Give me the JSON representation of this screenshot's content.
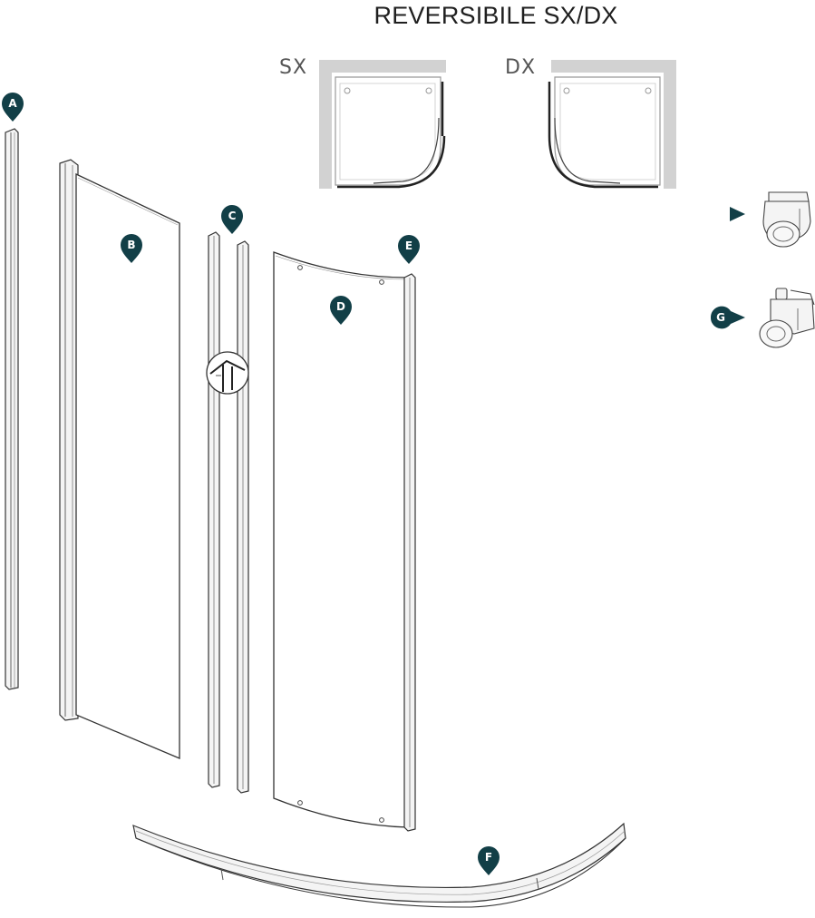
{
  "title": "REVERSIBILE SX/DX",
  "orientations": {
    "left": "SX",
    "right": "DX"
  },
  "parts": [
    {
      "letter": "A"
    },
    {
      "letter": "B"
    },
    {
      "letter": "C"
    },
    {
      "letter": "D"
    },
    {
      "letter": "E"
    },
    {
      "letter": "F"
    },
    {
      "letter": "G"
    }
  ],
  "colors": {
    "marker": "#123f47",
    "line": "#333333",
    "wall": "#d2d2d2",
    "profile": "#f4f4f4"
  }
}
